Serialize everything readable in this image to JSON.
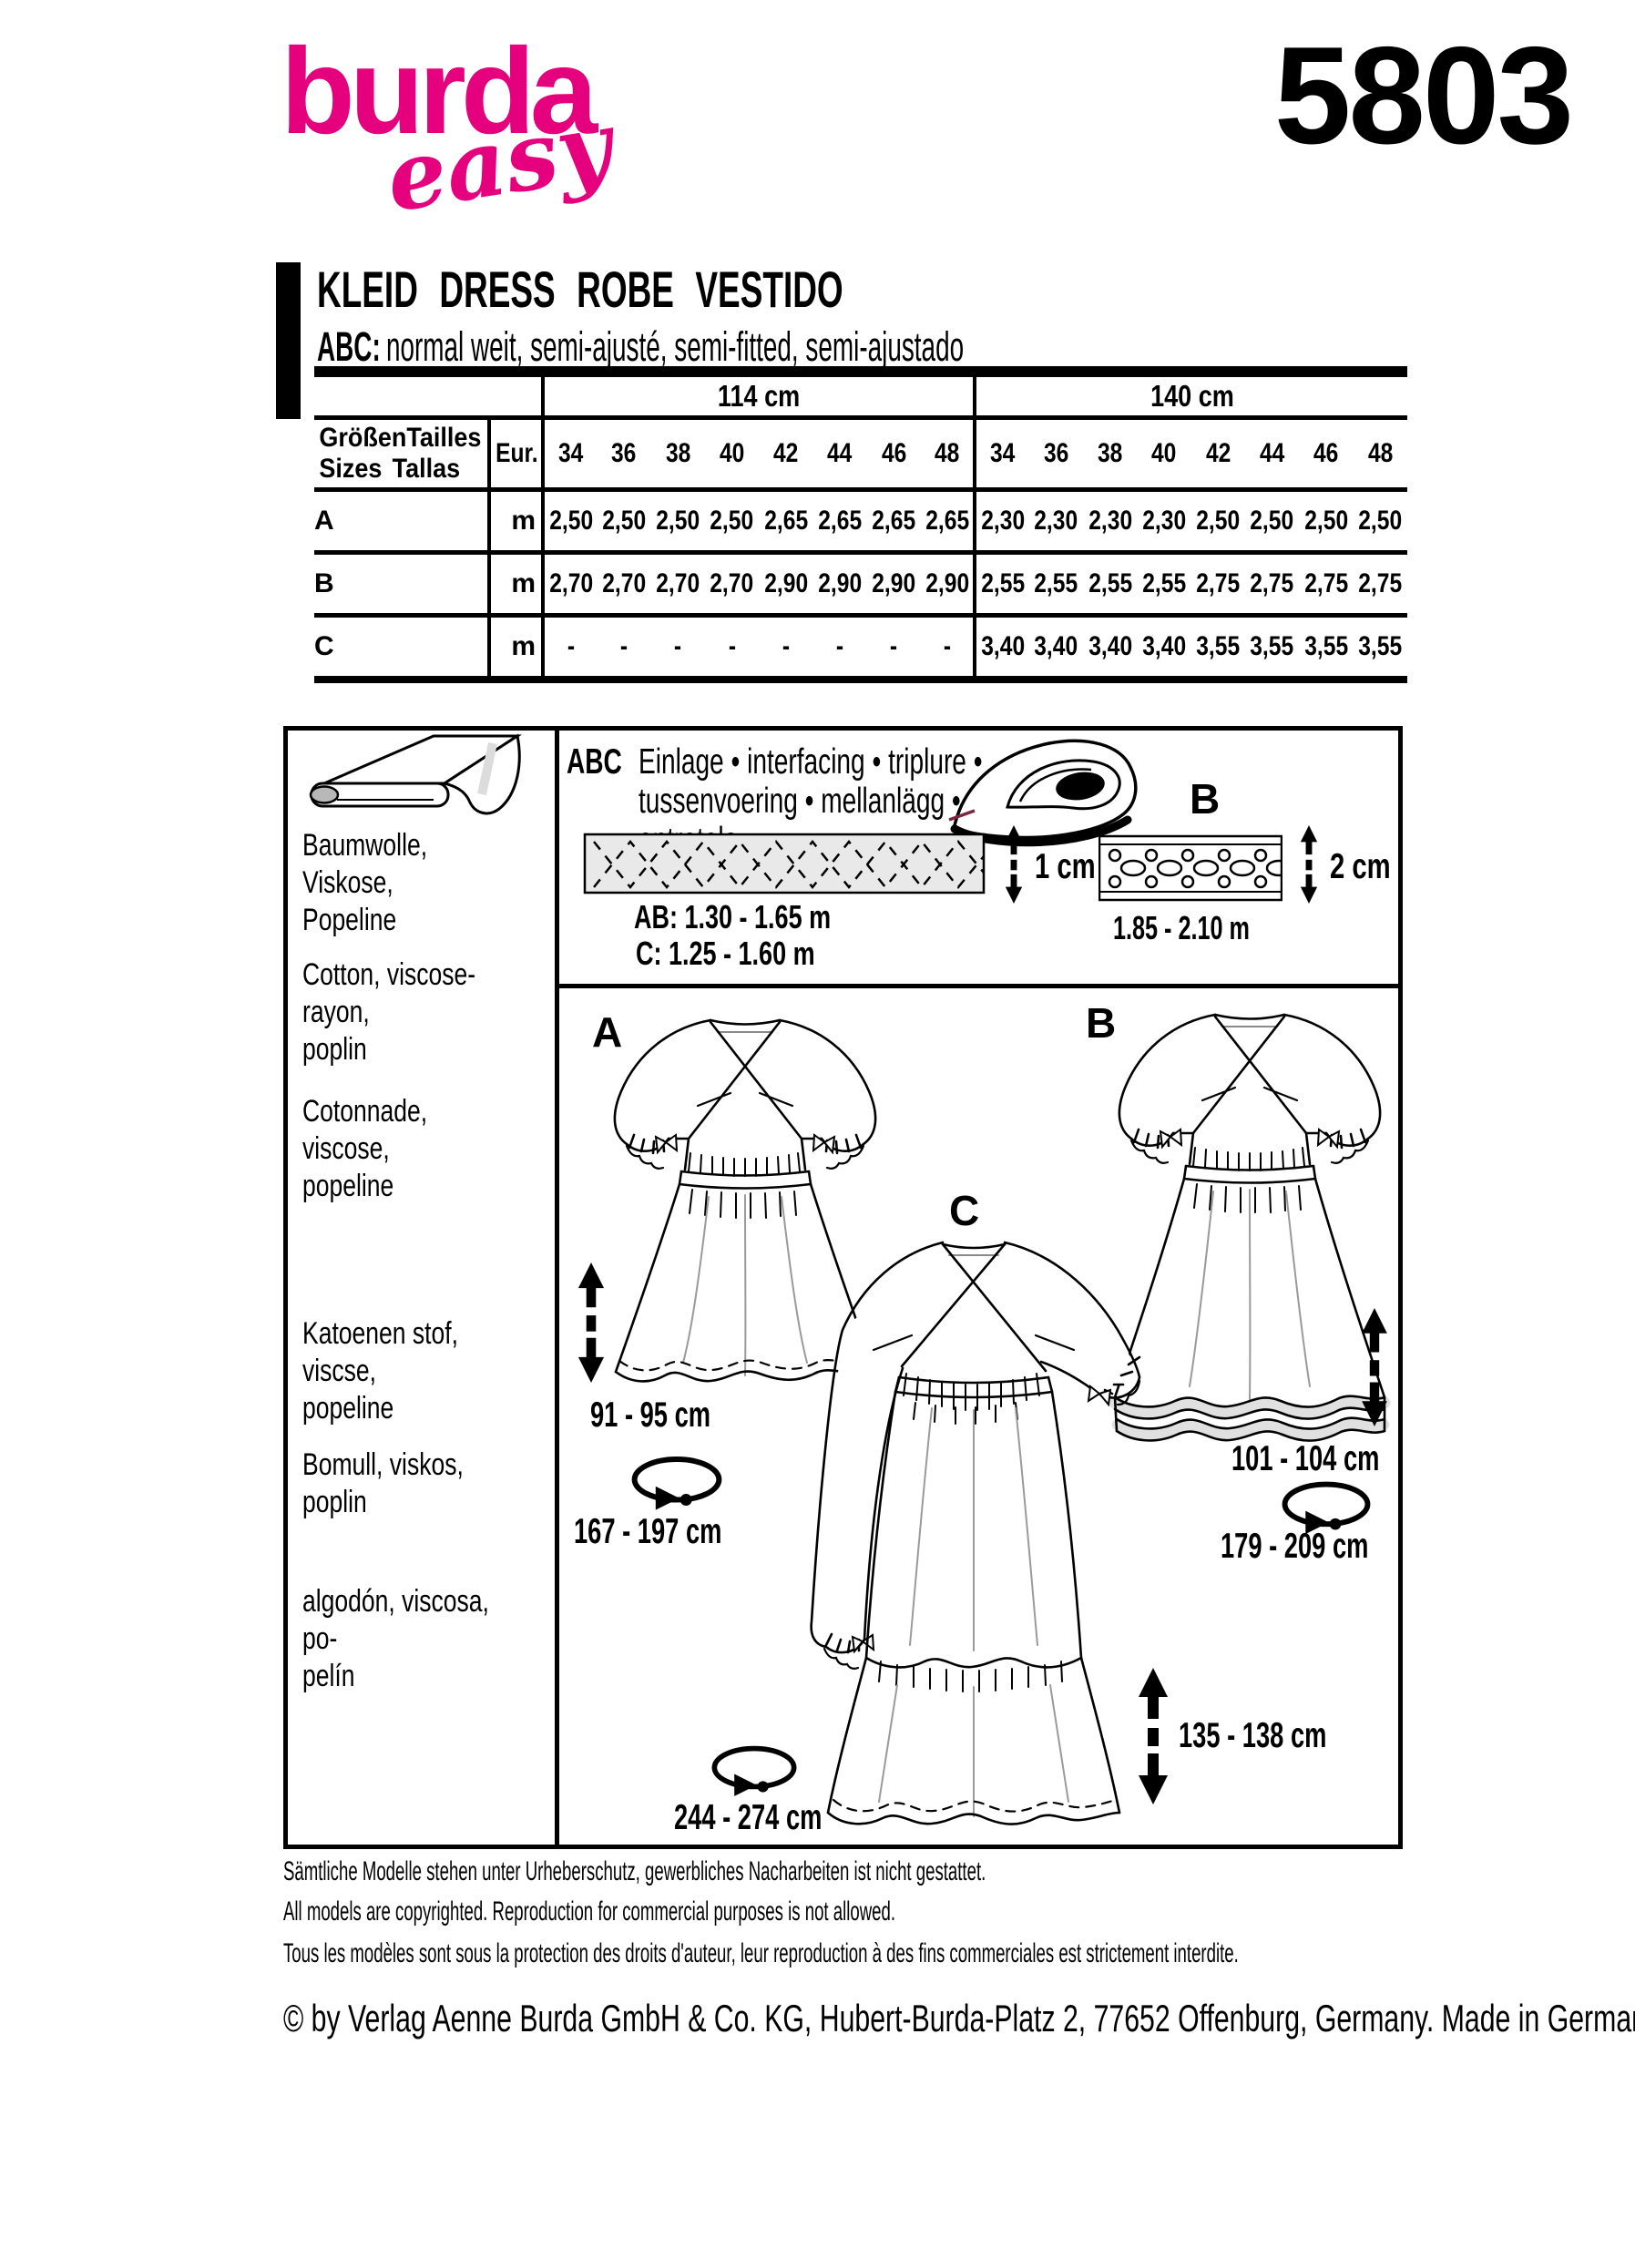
{
  "brand": {
    "logo_main": "burda",
    "logo_sub": "easy",
    "pattern_number": "5803"
  },
  "title": {
    "main": "KLEID  DRESS  ROBE  VESTIDO",
    "subtitle_prefix": "ABC:",
    "subtitle_rest": "normal weit, semi-ajusté, semi-fitted, semi-ajustado"
  },
  "fabric_table": {
    "width_headers": [
      "114 cm",
      "140 cm"
    ],
    "size_header": {
      "de": "Größen",
      "fr": "Tailles",
      "en": "Sizes",
      "es": "Tallas"
    },
    "eur_label": "Eur.",
    "unit": "m",
    "sizes": [
      "34",
      "36",
      "38",
      "40",
      "42",
      "44",
      "46",
      "48"
    ],
    "rows": [
      {
        "label": "A",
        "w114": [
          "2,50",
          "2,50",
          "2,50",
          "2,50",
          "2,65",
          "2,65",
          "2,65",
          "2,65"
        ],
        "w140": [
          "2,30",
          "2,30",
          "2,30",
          "2,30",
          "2,50",
          "2,50",
          "2,50",
          "2,50"
        ]
      },
      {
        "label": "B",
        "w114": [
          "2,70",
          "2,70",
          "2,70",
          "2,70",
          "2,90",
          "2,90",
          "2,90",
          "2,90"
        ],
        "w140": [
          "2,55",
          "2,55",
          "2,55",
          "2,55",
          "2,75",
          "2,75",
          "2,75",
          "2,75"
        ]
      },
      {
        "label": "C",
        "w114": [
          "-",
          "-",
          "-",
          "-",
          "-",
          "-",
          "-",
          "-"
        ],
        "w140": [
          "3,40",
          "3,40",
          "3,40",
          "3,40",
          "3,55",
          "3,55",
          "3,55",
          "3,55"
        ]
      }
    ]
  },
  "fabrics": [
    "Baumwolle, Viskose,\nPopeline",
    "Cotton, viscose-rayon,\npoplin",
    "Cotonnade, viscose,\npopeline",
    "Katoenen stof, viscse,\npopeline",
    "Bomull, viskos, poplin",
    "algodón, viscosa, po-\npelín"
  ],
  "interfacing": {
    "abc_label": "ABC",
    "names": "Einlage • interfacing • triplure •\ntussenvoering • mellanlägg •\nentretela",
    "strip_width_label": "1 cm",
    "ab_range": "AB: 1.30 - 1.65 m",
    "c_range": "C: 1.25 - 1.60 m",
    "ribbon_label": "B",
    "ribbon_width_label": "2 cm",
    "ribbon_range": "1.85 - 2.10 m"
  },
  "garments": {
    "a": {
      "label": "A",
      "length": "91 - 95 cm",
      "circumference": "167 - 197 cm"
    },
    "b": {
      "label": "B",
      "length": "101 - 104 cm",
      "circumference": "179 - 209 cm"
    },
    "c": {
      "label": "C",
      "length": "135 - 138 cm",
      "circumference": "244 - 274 cm"
    }
  },
  "footer": {
    "line_de": "Sämtliche Modelle stehen unter Urheberschutz, gewerbliches Nacharbeiten ist nicht gestattet.",
    "line_en": "All models are copyrighted. Reproduction for commercial purposes is not allowed.",
    "line_fr": "Tous les modèles sont sous la protection des droits d'auteur, leur reproduction à des fins commerciales est strictement interdite.",
    "line_copyright": "© by Verlag Aenne Burda GmbH & Co. KG, Hubert-Burda-Platz 2, 77652 Offenburg, Germany. Made in Germany."
  },
  "colors": {
    "brand_pink": "#e5007d",
    "ink": "#000000",
    "shade_gray": "#e5e5e5"
  }
}
